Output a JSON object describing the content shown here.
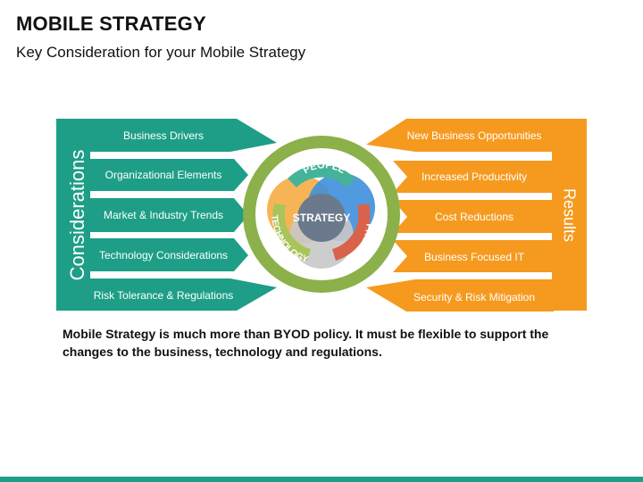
{
  "title": "MOBILE STRATEGY",
  "subtitle": "Key Consideration for your Mobile Strategy",
  "colors": {
    "teal": "#1e9e87",
    "orange": "#f59a1f",
    "ring_green": "#8cb04a",
    "people": "#45b39a",
    "process": "#d9624a",
    "technology": "#a9c45a",
    "orange_petal": "#f7b04e",
    "blue_petal": "#3f8fdc",
    "center": "#6a7a8c"
  },
  "considerations": {
    "label": "Considerations",
    "items": [
      "Business Drivers",
      "Organizational Elements",
      "Market & Industry Trends",
      "Technology Considerations",
      "Risk Tolerance & Regulations"
    ]
  },
  "results": {
    "label": "Results",
    "items": [
      "New Business Opportunities",
      "Increased Productivity",
      "Cost Reductions",
      "Business Focused IT",
      "Security & Risk Mitigation"
    ]
  },
  "center": {
    "strategy": "STRATEGY",
    "people": "PEOPLE",
    "process": "PROCESS",
    "technology": "TECHNOLOGY"
  },
  "note": "Mobile Strategy is much more than BYOD policy. It must be flexible to support the changes to the business, technology and regulations."
}
